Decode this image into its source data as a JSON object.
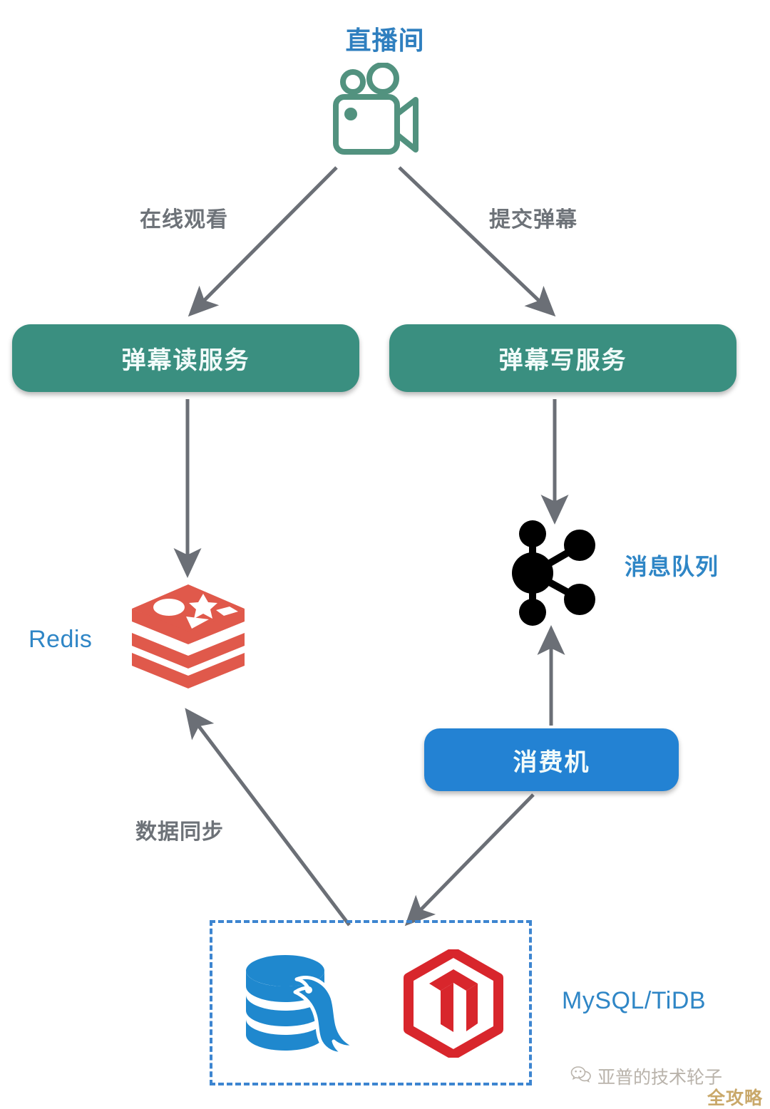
{
  "diagram": {
    "title": "直播间",
    "nodes": {
      "live_room": {
        "label": "直播间",
        "icon": "video-camera-icon"
      },
      "read_service": {
        "label": "弹幕读服务",
        "color": "#3a8f80"
      },
      "write_service": {
        "label": "弹幕写服务",
        "color": "#3a8f80"
      },
      "redis": {
        "label": "Redis",
        "icon": "redis-logo-icon",
        "color": "#e0594b"
      },
      "message_queue": {
        "label": "消息队列",
        "icon": "message-queue-node-icon",
        "color": "#000000"
      },
      "consumer": {
        "label": "消费机",
        "color": "#2382d3"
      },
      "database": {
        "label": "MySQL/TiDB",
        "icons": [
          "mysql-logo-icon",
          "tidb-logo-icon"
        ],
        "mysql_color": "#1f88ce",
        "tidb_color": "#d8262c",
        "border_color": "#3d85d0"
      }
    },
    "edges": [
      {
        "id": "live-to-read",
        "label": "在线观看",
        "from": "live_room",
        "to": "read_service"
      },
      {
        "id": "live-to-write",
        "label": "提交弹幕",
        "from": "live_room",
        "to": "write_service"
      },
      {
        "id": "read-to-redis",
        "label": "",
        "from": "read_service",
        "to": "redis"
      },
      {
        "id": "write-to-mq",
        "label": "",
        "from": "write_service",
        "to": "message_queue"
      },
      {
        "id": "consumer-to-mq",
        "label": "",
        "from": "consumer",
        "to": "message_queue"
      },
      {
        "id": "consumer-to-db",
        "label": "",
        "from": "consumer",
        "to": "database"
      },
      {
        "id": "db-to-redis",
        "label": "数据同步",
        "from": "database",
        "to": "redis"
      }
    ],
    "arrow_color": "#6b6f76"
  },
  "watermark": {
    "account": "亚普的技术轮子",
    "tag": "全攻略",
    "icon": "wechat-icon"
  }
}
